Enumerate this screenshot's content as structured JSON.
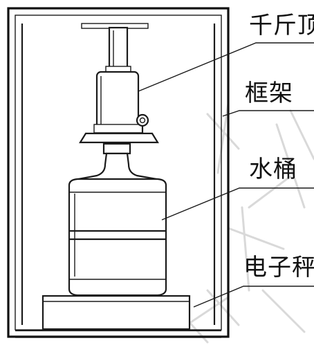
{
  "labels": {
    "jack": "千斤顶",
    "frame": "框架",
    "bucket": "水桶",
    "scale": "电子秤"
  }
}
